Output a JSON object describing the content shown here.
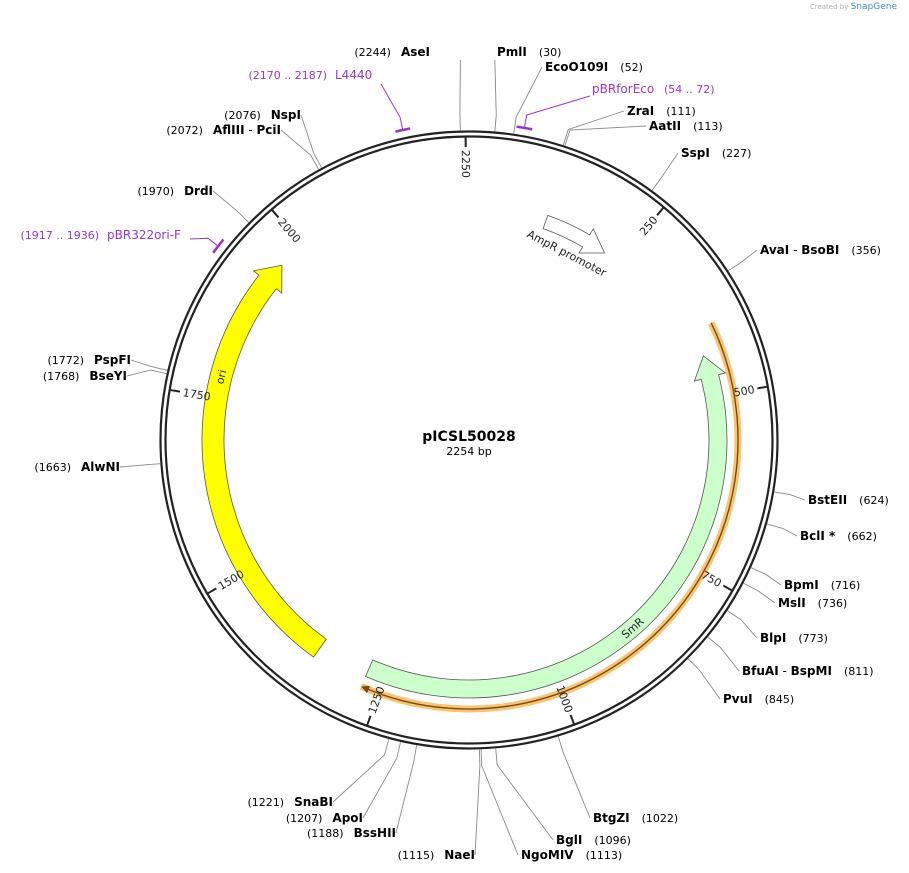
{
  "credit": {
    "prefix": "Created by",
    "brand": "SnapGene"
  },
  "plasmid": {
    "name": "pICSL50028",
    "length_label": "2254 bp",
    "length": 2254
  },
  "ticks": [
    {
      "bp": 250,
      "label": "250"
    },
    {
      "bp": 500,
      "label": "500"
    },
    {
      "bp": 750,
      "label": "750"
    },
    {
      "bp": 1000,
      "label": "1000"
    },
    {
      "bp": 1250,
      "label": "1250"
    },
    {
      "bp": 1500,
      "label": "1500"
    },
    {
      "bp": 1750,
      "label": "1750"
    },
    {
      "bp": 2000,
      "label": "2000"
    },
    {
      "bp": 2250,
      "label": "2250"
    }
  ],
  "features": [
    {
      "name": "ori",
      "type": "rep_origin",
      "start": 1350,
      "end": 1960,
      "direction": "forward",
      "color": "#ffff00"
    },
    {
      "name": "SmR",
      "type": "CDS",
      "start": 440,
      "end": 1275,
      "direction": "reverse",
      "color": "#ccffcc"
    },
    {
      "name": "AmpR promoter",
      "type": "promoter",
      "start": 121,
      "end": 225,
      "direction": "forward",
      "color": "#ffffff"
    }
  ],
  "orange_highlight": {
    "start": 402,
    "end": 1275,
    "color": "#f5b042"
  },
  "primers": [
    {
      "name": "L4440",
      "range": "(2170 .. 2187)",
      "start": 2170,
      "end": 2187,
      "color": "#9933cc"
    },
    {
      "name": "pBRforEco",
      "range": "(54 .. 72)",
      "start": 54,
      "end": 72,
      "color": "#9933cc"
    },
    {
      "name": "pBR322ori-F",
      "range": "(1917 .. 1936)",
      "start": 1917,
      "end": 1936,
      "color": "#9933cc"
    }
  ],
  "sites": [
    {
      "name": "AseI",
      "pos": "(2244)",
      "bp": 2244
    },
    {
      "name": "PmlI",
      "pos": "(30)",
      "bp": 30
    },
    {
      "name": "EcoO109I",
      "pos": "(52)",
      "bp": 52
    },
    {
      "name": "ZraI",
      "pos": "(111)",
      "bp": 111
    },
    {
      "name": "AatII",
      "pos": "(113)",
      "bp": 113
    },
    {
      "name": "SspI",
      "pos": "(227)",
      "bp": 227
    },
    {
      "name": "AvaI",
      "alt": "BsoBI",
      "pos": "(356)",
      "bp": 356
    },
    {
      "name": "BstEII",
      "pos": "(624)",
      "bp": 624
    },
    {
      "name": "BclI *",
      "pos": "(662)",
      "bp": 662
    },
    {
      "name": "BpmI",
      "pos": "(716)",
      "bp": 716
    },
    {
      "name": "MslI",
      "pos": "(736)",
      "bp": 736
    },
    {
      "name": "BlpI",
      "pos": "(773)",
      "bp": 773
    },
    {
      "name": "BfuAI",
      "alt": "BspMI",
      "pos": "(811)",
      "bp": 811
    },
    {
      "name": "PvuI",
      "pos": "(845)",
      "bp": 845
    },
    {
      "name": "BtgZI",
      "pos": "(1022)",
      "bp": 1022
    },
    {
      "name": "BglI",
      "pos": "(1096)",
      "bp": 1096
    },
    {
      "name": "NgoMIV",
      "pos": "(1113)",
      "bp": 1113
    },
    {
      "name": "NaeI",
      "pos": "(1115)",
      "bp": 1115
    },
    {
      "name": "BssHII",
      "pos": "(1188)",
      "bp": 1188
    },
    {
      "name": "ApoI",
      "pos": "(1207)",
      "bp": 1207
    },
    {
      "name": "SnaBI",
      "pos": "(1221)",
      "bp": 1221
    },
    {
      "name": "AlwNI",
      "pos": "(1663)",
      "bp": 1663
    },
    {
      "name": "BseYI",
      "pos": "(1768)",
      "bp": 1768
    },
    {
      "name": "PspFI",
      "pos": "(1772)",
      "bp": 1772
    },
    {
      "name": "DrdI",
      "pos": "(1970)",
      "bp": 1970
    },
    {
      "name": "AflIII",
      "alt": "PciI",
      "pos": "(2072)",
      "bp": 2072
    },
    {
      "name": "NspI",
      "pos": "(2076)",
      "bp": 2076
    }
  ]
}
